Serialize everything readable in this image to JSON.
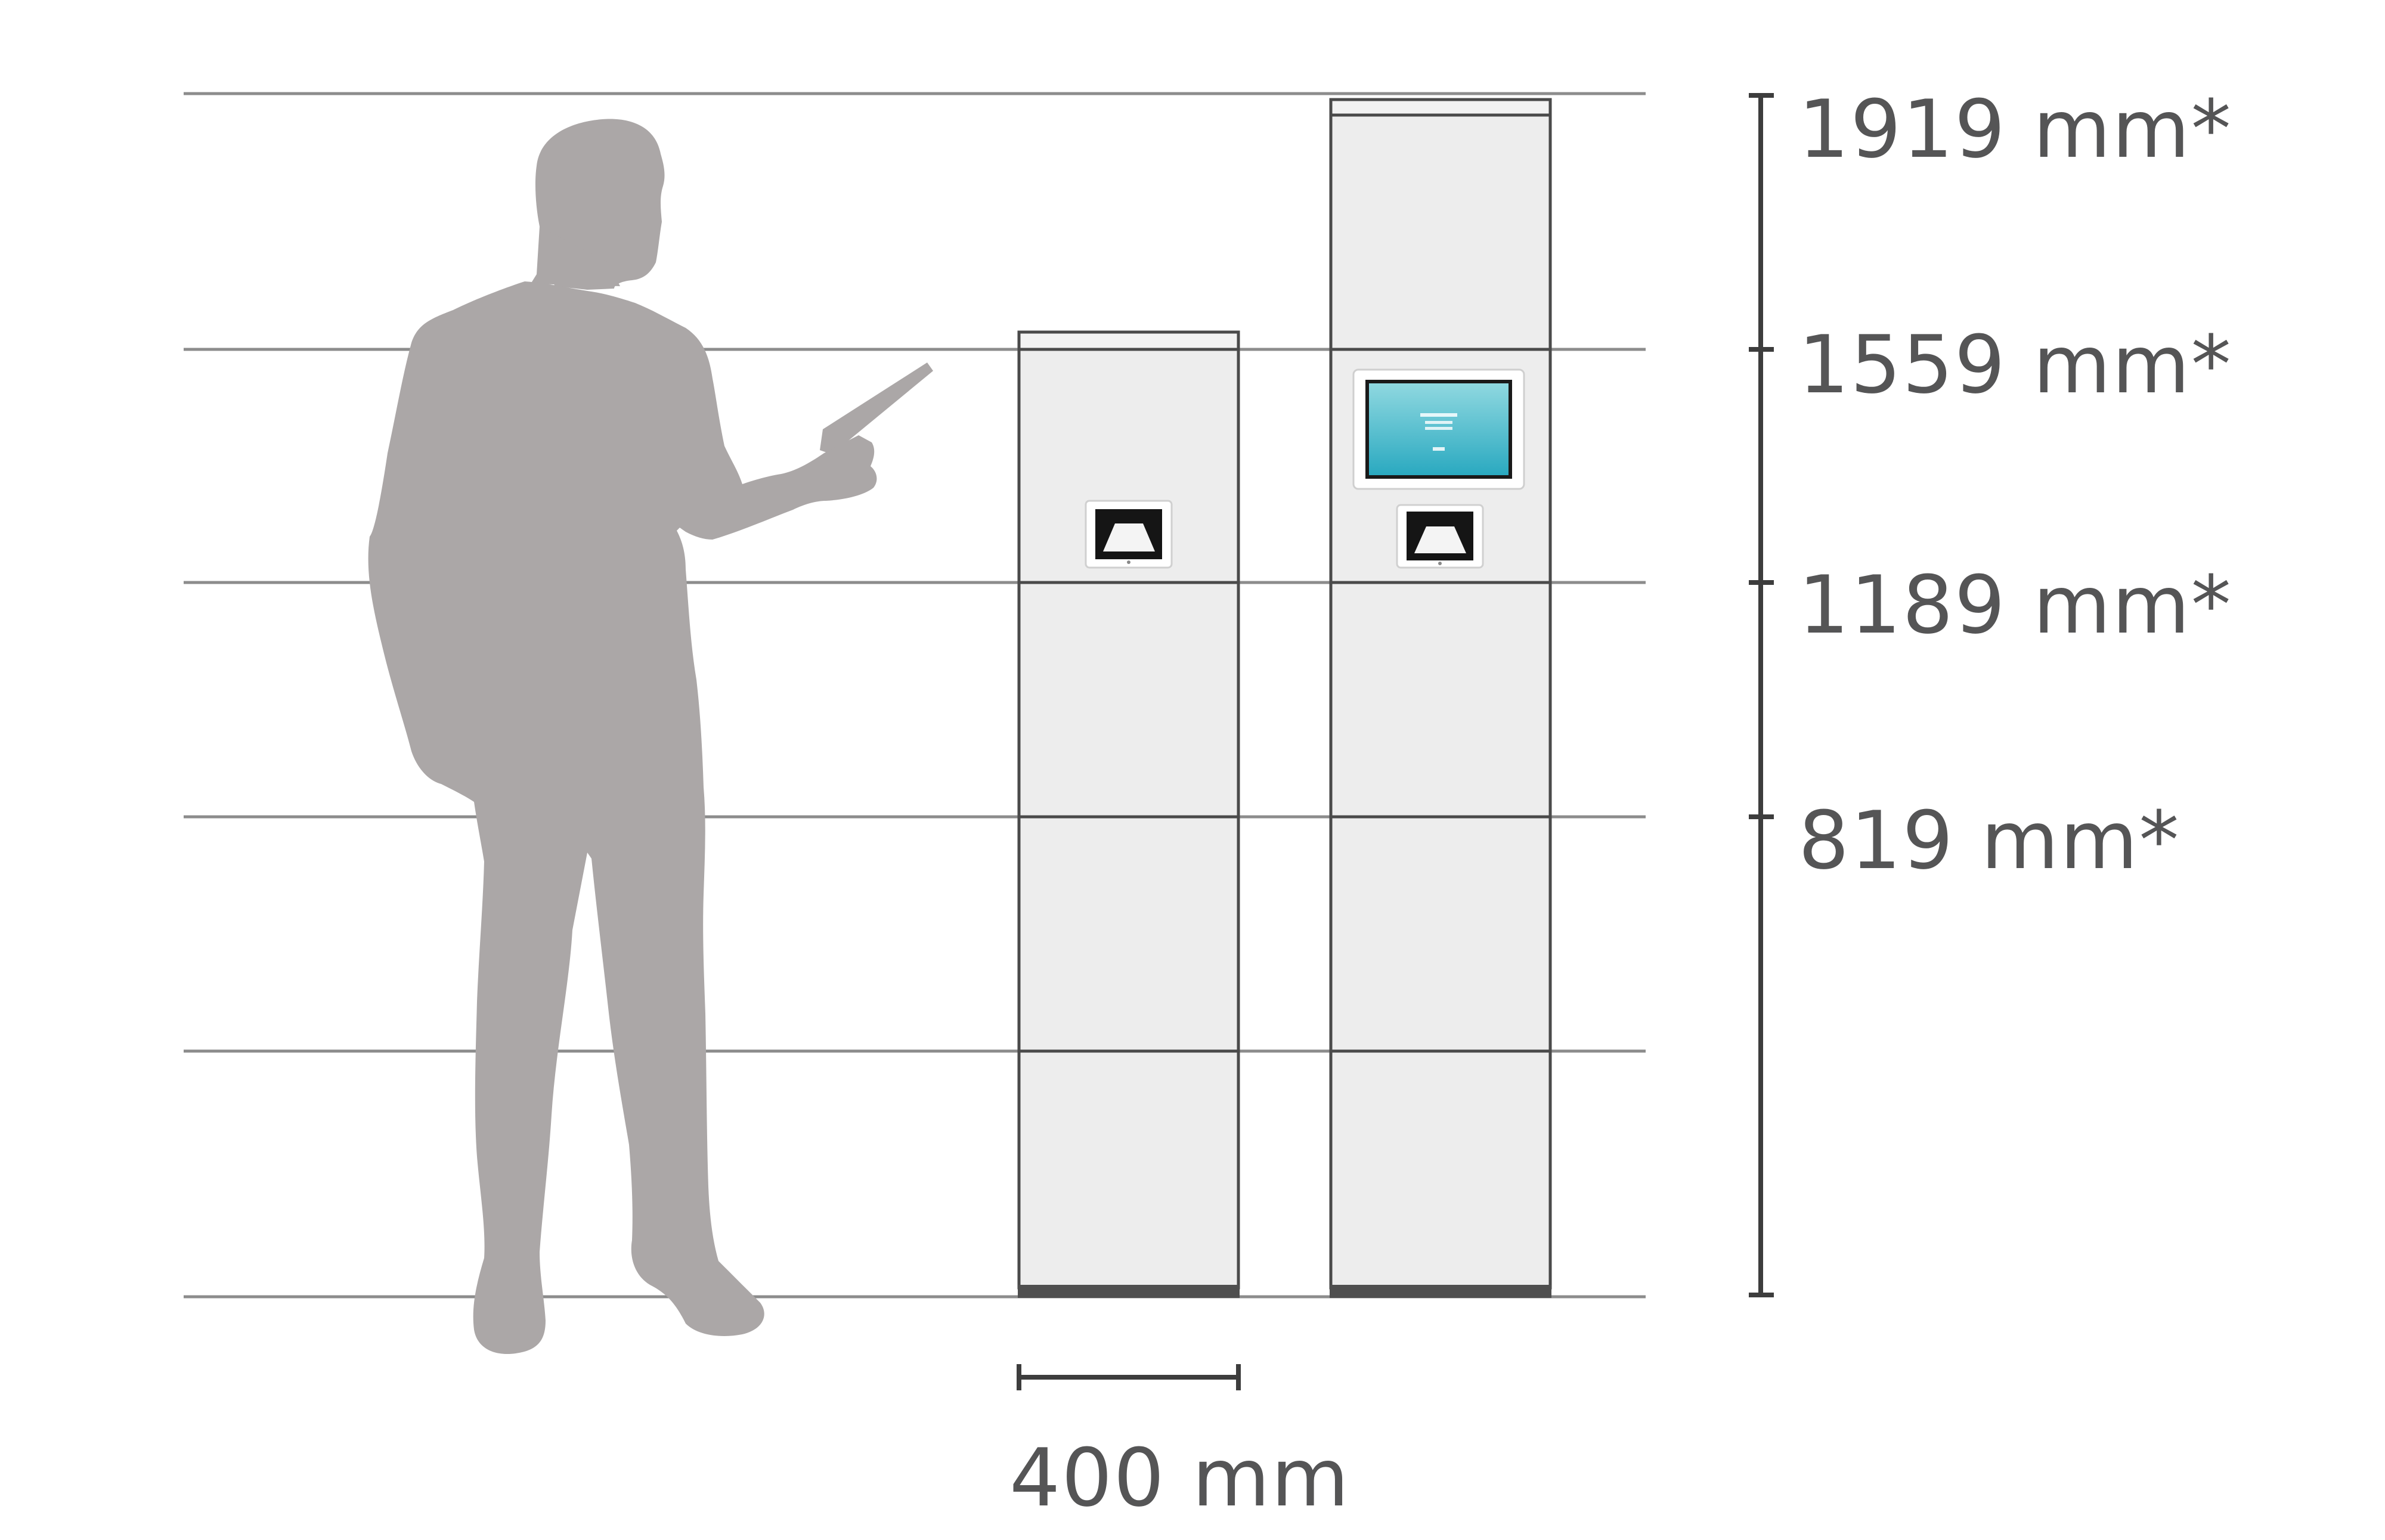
{
  "colors": {
    "background": "#ffffff",
    "guide_line": "#8c8c8c",
    "silhouette": "#aba7a7",
    "cabinet_fill": "#ededed",
    "cabinet_outline": "#4a4a4a",
    "plinth": "#4f4f4f",
    "dimension_ink": "#3d3d3d",
    "label_text": "#555556",
    "screen_blue": "#3fb9cb"
  },
  "icons": {
    "person": "person-silhouette-icon",
    "tablet": "tablet-icon",
    "slot": "parcel-slot-icon"
  },
  "height_dimensions": [
    {
      "label": "1919 mm*",
      "value_mm": 1919
    },
    {
      "label": "1559 mm*",
      "value_mm": 1559
    },
    {
      "label": "1189 mm*",
      "value_mm": 1189
    },
    {
      "label": "819 mm*",
      "value_mm": 819
    }
  ],
  "width_dimension": {
    "label": "400 mm",
    "value_mm": 400
  }
}
